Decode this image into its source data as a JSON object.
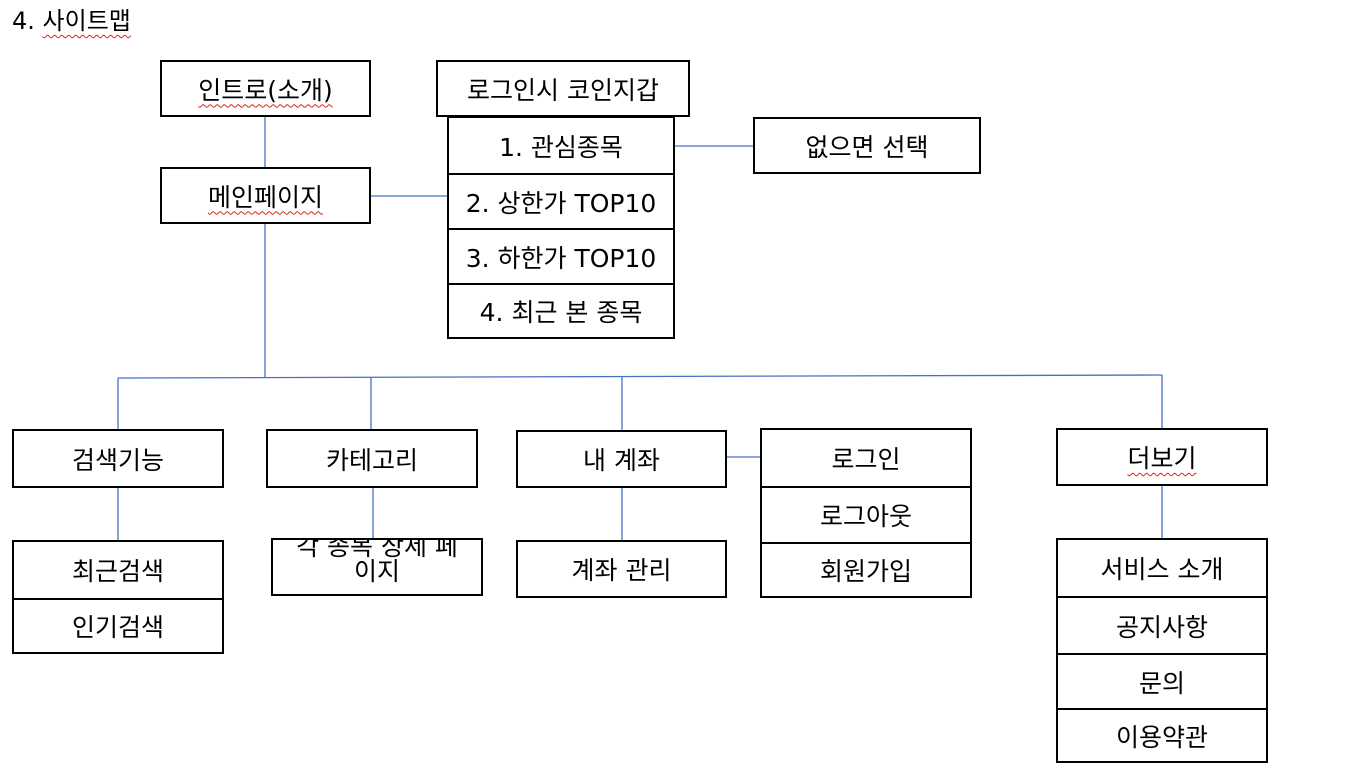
{
  "title": "4. 사이트맵",
  "colors": {
    "connector": "#4472c4",
    "border": "#000000",
    "spellcheck": "#e0231c"
  },
  "nodes": {
    "intro": "인트로(소개)",
    "main": "메인페이지",
    "wallet": {
      "header": "로그인시 코인지갑",
      "items": [
        "1. 관심종목",
        "2. 상한가 TOP10",
        "3. 하한가 TOP10",
        "4. 최근 본 종목"
      ]
    },
    "no_watchlist": "없으면 선택",
    "search": {
      "label": "검색기능",
      "children": [
        "최근검색",
        "인기검색"
      ]
    },
    "category": {
      "label": "카테고리",
      "children": [
        "각 종목 상세 페이지"
      ]
    },
    "account": {
      "label": "내 계좌",
      "children": [
        "계좌 관리"
      ]
    },
    "auth": [
      "로그인",
      "로그아웃",
      "회원가입"
    ],
    "more": {
      "label": "더보기",
      "children": [
        "서비스 소개",
        "공지사항",
        "문의",
        "이용약관"
      ]
    }
  }
}
